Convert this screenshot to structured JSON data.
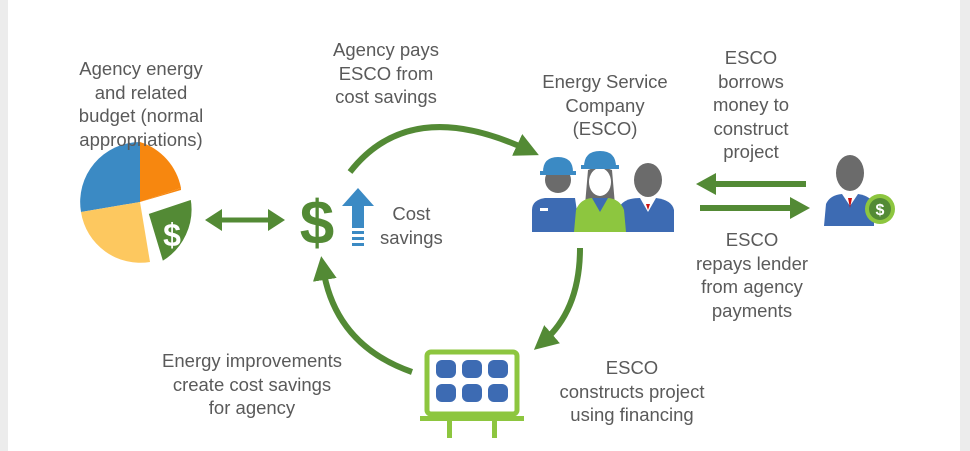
{
  "labels": {
    "budget": [
      "Agency energy",
      "and related",
      "budget (normal",
      "appropriations)"
    ],
    "agency_pays": [
      "Agency pays",
      "ESCO from",
      "cost savings"
    ],
    "esco": [
      "Energy Service",
      "Company",
      "(ESCO)"
    ],
    "borrows": [
      "ESCO",
      "borrows",
      "money to",
      "construct",
      "project"
    ],
    "cost_savings": [
      "Cost",
      "savings"
    ],
    "repays": [
      "ESCO",
      "repays lender",
      "from agency",
      "payments"
    ],
    "improvements": [
      "Energy improvements",
      "create cost savings",
      "for agency"
    ],
    "constructs": [
      "ESCO",
      "constructs project",
      "using financing"
    ]
  },
  "icons": {
    "pie": "pie-chart-icon",
    "dollar": "dollar-sign-icon",
    "up_arrow": "up-arrow-icon",
    "team": "esco-team-icon",
    "lender": "lender-icon",
    "solar": "solar-panel-icon"
  },
  "colors": {
    "green": "#538a35",
    "light_green": "#8dc63f",
    "blue": "#3d6bb3",
    "sky_blue": "#3b8ac4",
    "orange": "#f7870f",
    "yellow": "#fdc85f",
    "gray": "#6b6b6b",
    "text": "#5a5a5a"
  }
}
